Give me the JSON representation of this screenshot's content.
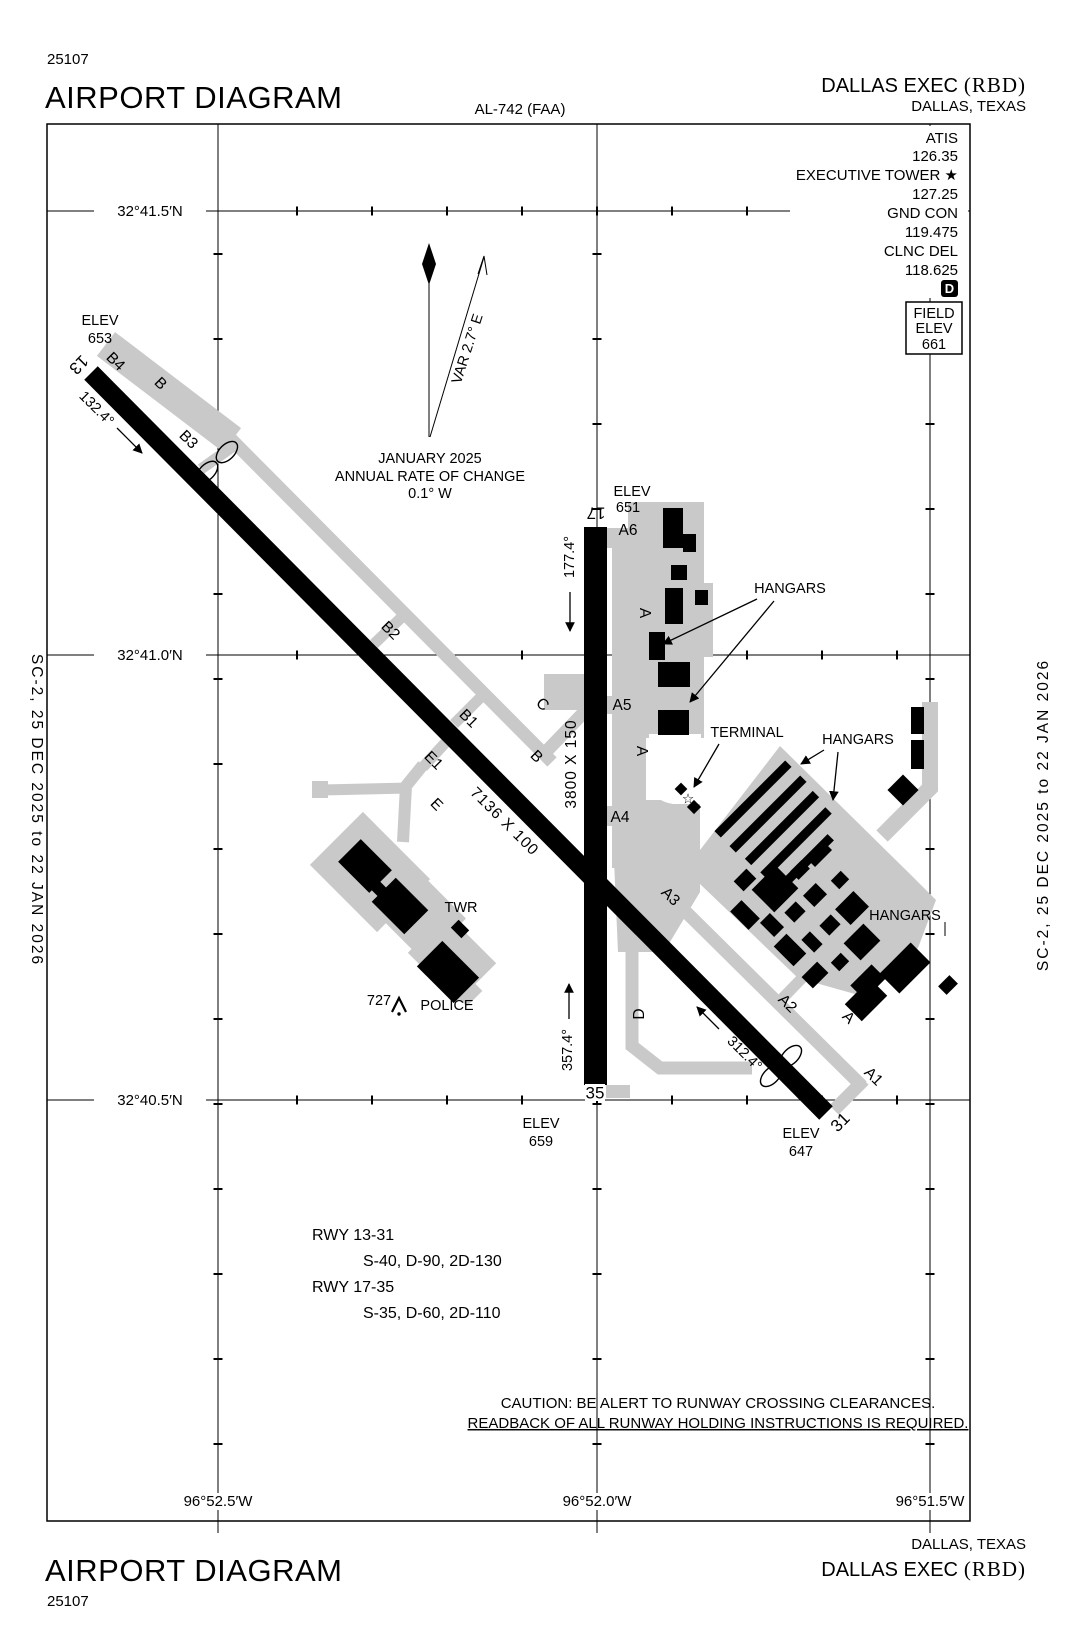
{
  "header": {
    "chart_number": "25107",
    "title": "AIRPORT DIAGRAM",
    "procedure_id": "AL-742 (FAA)",
    "airport_name": "DALLAS EXEC",
    "airport_icao": "(RBD)",
    "city": "DALLAS, TEXAS"
  },
  "footer": {
    "chart_number": "25107",
    "title": "AIRPORT DIAGRAM",
    "airport_name": "DALLAS EXEC",
    "airport_icao": "(RBD)",
    "city": "DALLAS, TEXAS"
  },
  "edge_note": "SC-2,  25 DEC 2025  to  22 JAN 2026",
  "comms": {
    "atis_label": "ATIS",
    "atis_freq": "126.35",
    "tower_label": "EXECUTIVE TOWER ★",
    "tower_freq": "127.25",
    "ground_label": "GND CON",
    "ground_freq": "119.475",
    "clearance_label": "CLNC DEL",
    "clearance_freq": "118.625",
    "data_comm_badge": "D"
  },
  "field_elevation": {
    "label1": "FIELD",
    "label2": "ELEV",
    "value": "661"
  },
  "magnetic": {
    "variation": "VAR 2.7° E",
    "date": "JANUARY 2025",
    "rate_label": "ANNUAL RATE OF CHANGE",
    "rate_value": "0.1° W"
  },
  "graticule": {
    "lat_415": "32°41.5′N",
    "lat_410": "32°41.0′N",
    "lat_405": "32°40.5′N",
    "lon_525": "96°52.5′W",
    "lon_520": "96°52.0′W",
    "lon_515": "96°51.5′W"
  },
  "runway_13_31": {
    "end13": "13",
    "end31": "31",
    "dimensions": "7136 X 100",
    "heading13": "132.4°",
    "heading31": "312.4°",
    "elev_label": "ELEV",
    "elev13": "653",
    "elev31": "647"
  },
  "runway_17_35": {
    "end17": "17",
    "end35": "35",
    "dimensions": "3800 X 150",
    "heading17": "177.4°",
    "heading35": "357.4°",
    "elev_label": "ELEV",
    "elev17": "651",
    "elev35": "659"
  },
  "taxiways": {
    "a": "A",
    "a1": "A1",
    "a2": "A2",
    "a3": "A3",
    "a4": "A4",
    "a5": "A5",
    "a6": "A6",
    "b": "B",
    "b1": "B1",
    "b2": "B2",
    "b3": "B3",
    "b4": "B4",
    "c": "C",
    "d": "D",
    "e": "E",
    "e1": "E1"
  },
  "facilities": {
    "hangars": "HANGARS",
    "terminal": "TERMINAL",
    "tower": "TWR",
    "police": "POLICE",
    "police_tower_elev": "727",
    "beacon_icon": "☆"
  },
  "caution": {
    "line1": "CAUTION:  BE ALERT TO RUNWAY CROSSING CLEARANCES.",
    "line2": "READBACK OF ALL RUNWAY HOLDING INSTRUCTIONS IS REQUIRED."
  },
  "declared": {
    "rwy1_label": "RWY  13-31",
    "rwy1_strength": "S-40, D-90, 2D-130",
    "rwy2_label": "RWY  17-35",
    "rwy2_strength": "S-35, D-60, 2D-110"
  }
}
